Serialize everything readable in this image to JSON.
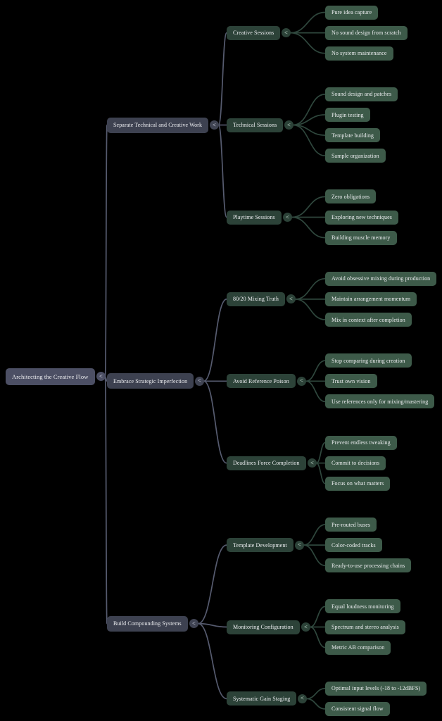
{
  "diagram": {
    "type": "mindmap",
    "background": "#000000",
    "collapse_glyph": "<",
    "colors": {
      "root_node": "#4c4f64",
      "branch_node": "#3d4150",
      "topic_node": "#2c4238",
      "leaf_node": "#3d5a49",
      "slate_link": "#565b6f",
      "green_link": "#2f473d",
      "text": "#edeef1"
    },
    "root": {
      "label": "Architecting the Creative Flow",
      "children": [
        {
          "label": "Separate Technical and Creative Work",
          "children": [
            {
              "label": "Creative Sessions",
              "children": [
                {
                  "label": "Pure idea capture"
                },
                {
                  "label": "No sound design from scratch"
                },
                {
                  "label": "No system maintenance"
                }
              ]
            },
            {
              "label": "Technical Sessions",
              "children": [
                {
                  "label": "Sound design and patches"
                },
                {
                  "label": "Plugin testing"
                },
                {
                  "label": "Template building"
                },
                {
                  "label": "Sample organization"
                }
              ]
            },
            {
              "label": "Playtime Sessions",
              "children": [
                {
                  "label": "Zero obligations"
                },
                {
                  "label": "Exploring new techniques"
                },
                {
                  "label": "Building muscle memory"
                }
              ]
            }
          ]
        },
        {
          "label": "Embrace Strategic Imperfection",
          "children": [
            {
              "label": "80/20 Mixing Truth",
              "children": [
                {
                  "label": "Avoid obsessive mixing during production"
                },
                {
                  "label": "Maintain arrangement momentum"
                },
                {
                  "label": "Mix in context after completion"
                }
              ]
            },
            {
              "label": "Avoid Reference Poison",
              "children": [
                {
                  "label": "Stop comparing during creation"
                },
                {
                  "label": "Trust own vision"
                },
                {
                  "label": "Use references only for mixing/mastering"
                }
              ]
            },
            {
              "label": "Deadlines Force Completion",
              "children": [
                {
                  "label": "Prevent endless tweaking"
                },
                {
                  "label": "Commit to decisions"
                },
                {
                  "label": "Focus on what matters"
                }
              ]
            }
          ]
        },
        {
          "label": "Build Compounding Systems",
          "children": [
            {
              "label": "Template Development",
              "children": [
                {
                  "label": "Pre-routed buses"
                },
                {
                  "label": "Color-coded tracks"
                },
                {
                  "label": "Ready-to-use processing chains"
                }
              ]
            },
            {
              "label": "Monitoring Configuration",
              "children": [
                {
                  "label": "Equal loudness monitoring"
                },
                {
                  "label": "Spectrum and stereo analysis"
                },
                {
                  "label": "Metric AB comparison"
                }
              ]
            },
            {
              "label": "Systematic Gain Staging",
              "children": [
                {
                  "label": "Optimal input levels (-18 to -12dBFS)"
                },
                {
                  "label": "Consistent signal flow"
                }
              ]
            }
          ]
        }
      ]
    }
  }
}
